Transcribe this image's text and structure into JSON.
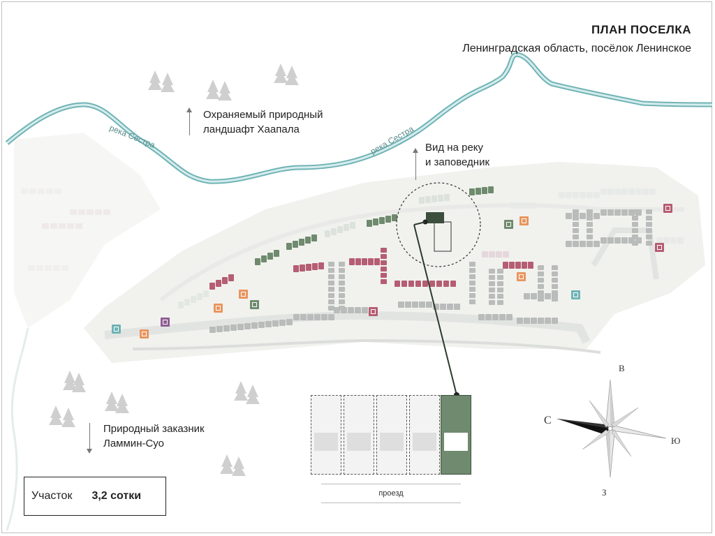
{
  "header": {
    "title": "ПЛАН ПОСЕЛКА",
    "subtitle": "Ленинградская область, посёлок Ленинское"
  },
  "annotations": {
    "landscape": "Охраняемый природный\nландшафт Хаапала",
    "view": "Вид на реку\nи заповедник",
    "reserve": "Природный заказник\nЛаммин-Суо",
    "river_1": "река Сестра",
    "river_2": "река Сестра"
  },
  "plot": {
    "label": "Участок",
    "value": "3,2 сотки"
  },
  "lots_inset": {
    "road_label": "проезд",
    "lot_count": 5,
    "active_index": 4
  },
  "compass": {
    "north": "С",
    "east": "В",
    "south": "Ю",
    "west": "З"
  },
  "colors": {
    "river": "#9ecfd0",
    "river_outline": "#6fb3b5",
    "road": "#e2e4e2",
    "house_red": "#b55d72",
    "house_green": "#6f8a6e",
    "house_grey": "#b9bcba",
    "highlight": "#3c4f3c",
    "tree": "#cfcfcf",
    "facility_orange": "#e9955e",
    "facility_purple": "#8e5d92",
    "facility_teal": "#6fb3b5"
  }
}
